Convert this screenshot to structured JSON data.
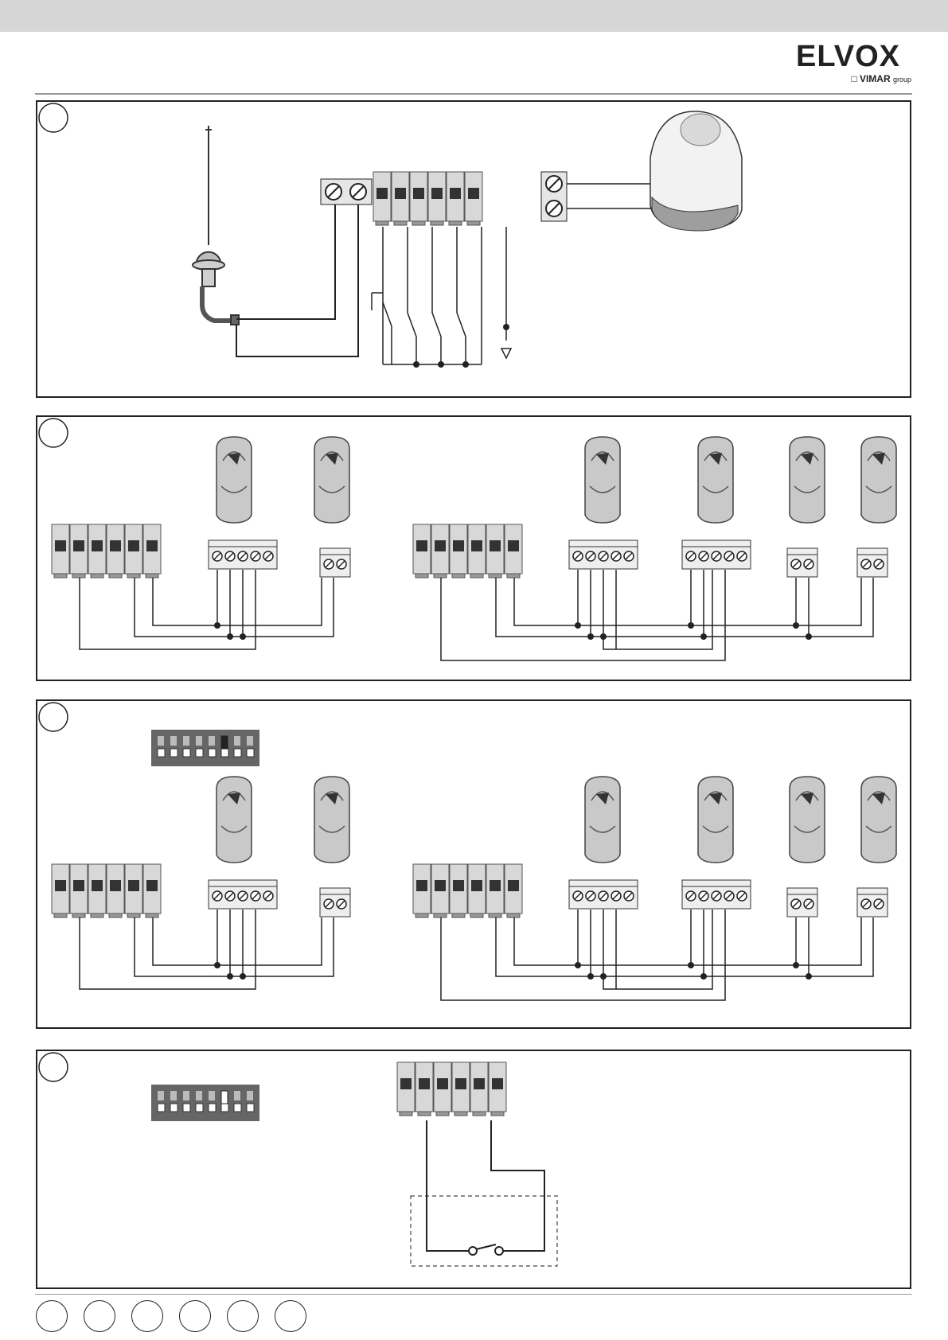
{
  "header": {
    "brand": "ELVOX",
    "sub_brand": "VIMAR",
    "sub_brand_suffix": "group"
  },
  "panels": [
    {
      "id": "panel-1",
      "content": "antenna-terminal-and-siren-wiring"
    },
    {
      "id": "panel-2",
      "content": "sensor-wiring-single-and-multiple"
    },
    {
      "id": "panel-3",
      "content": "sensor-wiring-with-dip-switch"
    },
    {
      "id": "panel-4",
      "content": "contact-input-wiring-with-dip-switch"
    }
  ],
  "language_badges": 6,
  "colors": {
    "line": "#222222",
    "terminal_fill": "#d8d8d8",
    "terminal_socket": "#333333",
    "sensor_fill": "#c9c9c9",
    "header_bar": "#d6d6d6"
  },
  "icons": [
    "antenna-icon",
    "siren-icon",
    "sensor-icon",
    "dip-switch-icon",
    "terminal-block-icon",
    "switch-contact-icon"
  ]
}
